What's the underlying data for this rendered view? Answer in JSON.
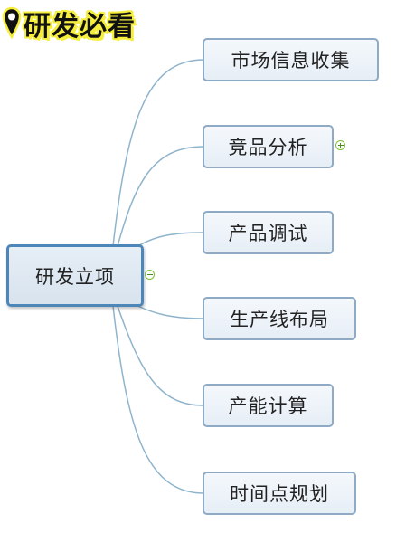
{
  "badge": {
    "text": "研发必看",
    "icon": "location-pin-icon"
  },
  "mindmap": {
    "root": "研发立项",
    "branches": [
      "市场信息收集",
      "竞品分析",
      "产品调试",
      "生产线布局",
      "产能计算",
      "时间点规划"
    ]
  },
  "colors": {
    "connector": "#8fb4cc",
    "node_border": "#8eaac4",
    "root_border": "#4d86b8",
    "toggle": "#7fbf3a",
    "badge_bg": "#f5ee3c"
  }
}
